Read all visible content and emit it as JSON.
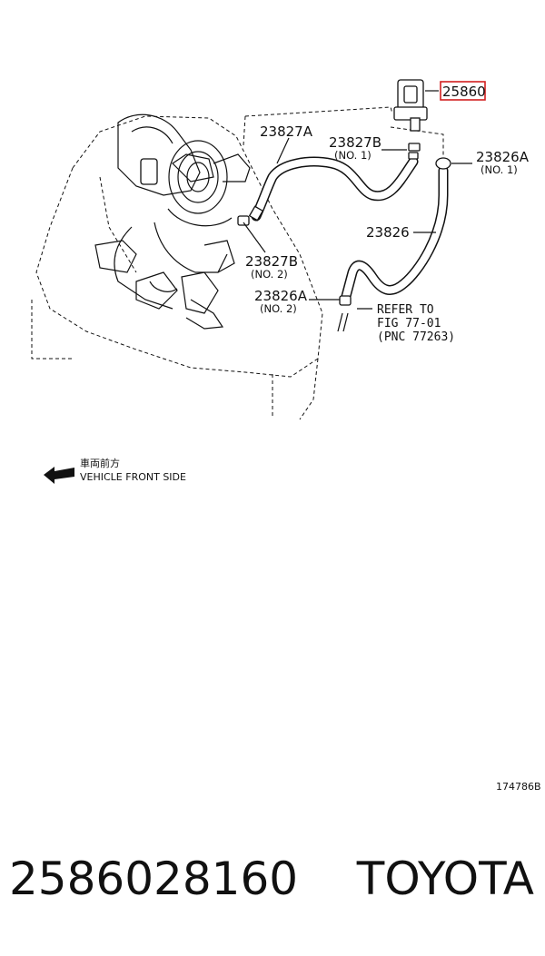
{
  "diagram": {
    "labels": {
      "p25860": "25860",
      "p23827A": "23827A",
      "p23827B_top": "23827B",
      "p23827B_top_sub": "(NO. 1)",
      "p23826A_top": "23826A",
      "p23826A_top_sub": "(NO. 1)",
      "p23826": "23826",
      "p23827B_low": "23827B",
      "p23827B_low_sub": "(NO. 2)",
      "p23826A_low": "23826A",
      "p23826A_low_sub": "(NO. 2)",
      "refer_line1": "REFER TO",
      "refer_line2": "FIG 77-01",
      "refer_line3": "(PNC 77263)"
    },
    "direction": {
      "japanese": "車両前方",
      "english": "VEHICLE FRONT SIDE"
    },
    "figure_code": "174786B",
    "highlight_color": "#d21f1f"
  },
  "footer": {
    "part_number": "2586028160",
    "brand": "TOYOTA"
  }
}
